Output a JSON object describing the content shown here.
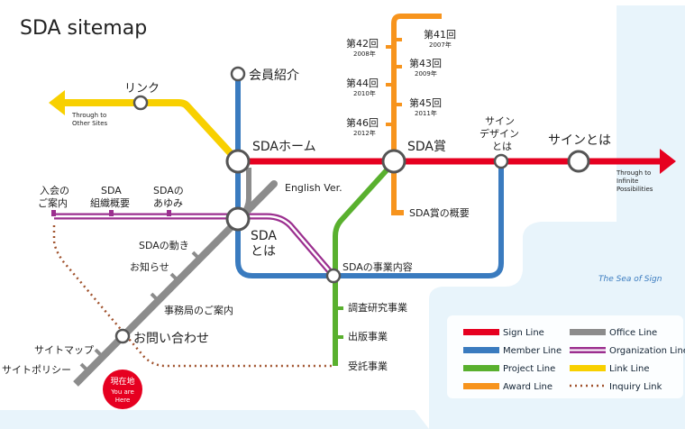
{
  "title": "SDA sitemap",
  "sea_label": "The Sea of Sign",
  "stations": {
    "home": "SDAホーム",
    "members": "会員紹介",
    "link": "リンク",
    "through_other": [
      "Through to",
      "Other Sites"
    ],
    "award": "SDA賞",
    "award_41": "第41回",
    "year_41": "2007年",
    "award_42": "第42回",
    "year_42": "2008年",
    "award_43": "第43回",
    "year_43": "2009年",
    "award_44": "第44回",
    "year_44": "2010年",
    "award_45": "第45回",
    "year_45": "2011年",
    "award_46": "第46回",
    "year_46": "2012年",
    "award_overview": "SDA賞の概要",
    "sign_design": [
      "サイン",
      "デザイン",
      "とは"
    ],
    "sign_what": "サインとは",
    "through_inf": [
      "Through to",
      "Infinite",
      "Possibilities"
    ],
    "english": "English Ver.",
    "about": [
      "SDA",
      "とは"
    ],
    "join": [
      "入会の",
      "ご案内"
    ],
    "org": [
      "SDA",
      "組織概要"
    ],
    "history": [
      "SDAの",
      "あゆみ"
    ],
    "activities": "SDAの動き",
    "news": "お知らせ",
    "office_guide": "事務局のご案内",
    "inquiry": "お問い合わせ",
    "sitemap": "サイトマップ",
    "policy": "サイトポリシー",
    "here": [
      "現在地",
      "You are",
      "Here"
    ],
    "business": "SDAの事業内容",
    "research": "調査研究事業",
    "publishing": "出版事業",
    "commission": "受託事業"
  },
  "legend": [
    {
      "label": "Sign Line",
      "color": "#e60020"
    },
    {
      "label": "Office Line",
      "color": "#8c8c8c"
    },
    {
      "label": "Member Line",
      "color": "#3a7bbf"
    },
    {
      "label": "Organization Line",
      "color": "#9b2f8f"
    },
    {
      "label": "Project Line",
      "color": "#59b02e"
    },
    {
      "label": "Link Line",
      "color": "#f8d000"
    },
    {
      "label": "Award Line",
      "color": "#f7941d"
    },
    {
      "label": "Inquiry Link",
      "color": "#a0522d"
    }
  ]
}
